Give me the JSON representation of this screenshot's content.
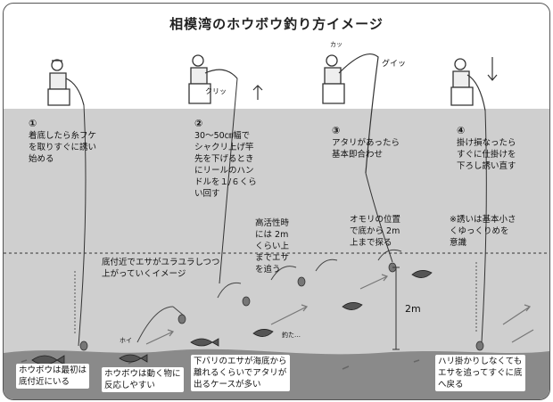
{
  "title": "相模湾のホウボウ釣り方イメージ",
  "steps": [
    {
      "num": "①",
      "lines": [
        "着底したら糸フケ",
        "を取りすぐに誘い",
        "始める"
      ]
    },
    {
      "num": "②",
      "lines": [
        "30〜50㎝幅で",
        "シャクリ上げ竿",
        "先を下げるとき",
        "にリールのハン",
        "ドルを１/６くら",
        "い回す"
      ]
    },
    {
      "num": "③",
      "lines": [
        "アタリがあったら",
        "基本即合わせ"
      ]
    },
    {
      "num": "④",
      "lines": [
        "掛け損なったら",
        "すぐに仕掛けを",
        "下ろし誘い直す"
      ]
    }
  ],
  "notes": {
    "rising": [
      "底付近でエサがユラユラしつつ",
      "上がっていくイメージ"
    ],
    "highness": [
      "高活性時",
      "には 2m",
      "くらい上",
      "までエサ",
      "を追う"
    ],
    "sinker": [
      "オモリの位置",
      "で底から 2m",
      "上まで探る"
    ],
    "slow": [
      "※誘いは基本小さ",
      "くゆっくりめを",
      "意識"
    ],
    "depth": "2m"
  },
  "bottom_notes": {
    "fish_bottom": [
      "ホウボウは最初は",
      "底付近にいる"
    ],
    "fish_react": [
      "ホウボウは動く物に",
      "反応しやすい"
    ],
    "lower_bait": [
      "下バリのエサが海底から",
      "離れるくらいでアタリが",
      "出るケースが多い"
    ],
    "snag": [
      "ハリ掛かりしなくても",
      "エサを追ってすぐに底",
      "へ戻る"
    ]
  },
  "sfx": {
    "kuri": "クリッ",
    "guii": "グイッ",
    "kaa": "カッ",
    "hoi": "ホイ",
    "zawa": "釣た…"
  },
  "colors": {
    "sky": "#ffffff",
    "sea": "#cfcfcf",
    "bottom": "#8a8a8a",
    "line": "#333333"
  }
}
